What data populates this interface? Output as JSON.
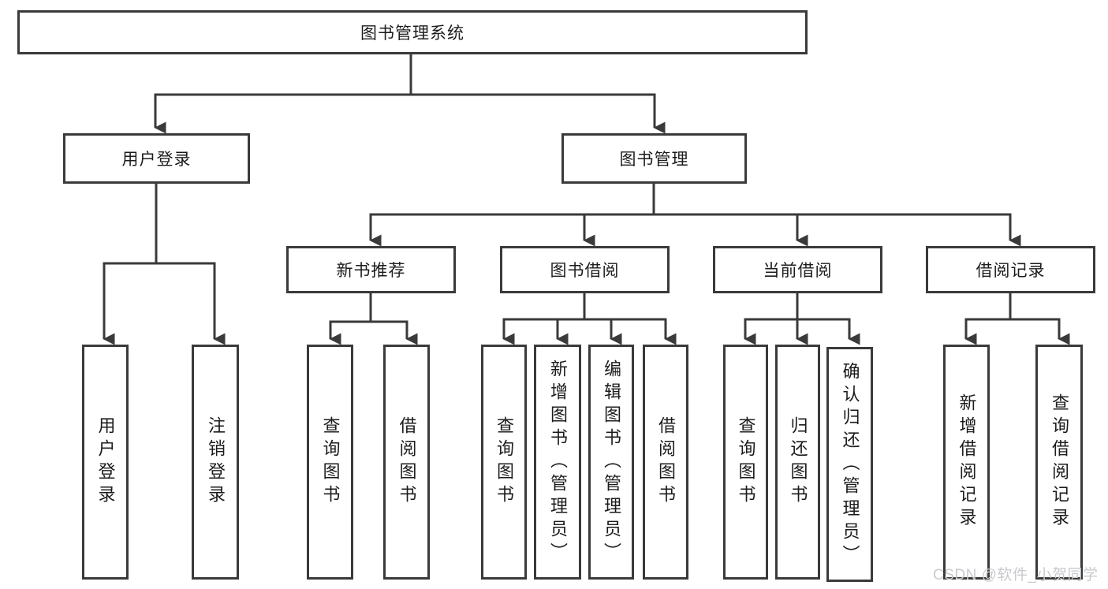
{
  "diagram": {
    "title_node": {
      "label": "图书管理系统"
    },
    "level2": [
      {
        "id": "user-login",
        "label": "用户登录"
      },
      {
        "id": "book-management",
        "label": "图书管理"
      }
    ],
    "level3": [
      {
        "id": "new-book-recommend",
        "label": "新书推荐"
      },
      {
        "id": "book-borrowing",
        "label": "图书借阅"
      },
      {
        "id": "current-borrowing",
        "label": "当前借阅"
      },
      {
        "id": "borrowing-records",
        "label": "借阅记录"
      }
    ],
    "leaves": [
      {
        "group": "user-login",
        "label": "用户登录"
      },
      {
        "group": "user-login",
        "label": "注销登录"
      },
      {
        "group": "new-book-recommend",
        "label": "查询图书"
      },
      {
        "group": "new-book-recommend",
        "label": "借阅图书"
      },
      {
        "group": "book-borrowing",
        "label": "查询图书"
      },
      {
        "group": "book-borrowing",
        "label": "新增图书（管理员）"
      },
      {
        "group": "book-borrowing",
        "label": "编辑图书（管理员）"
      },
      {
        "group": "book-borrowing",
        "label": "借阅图书"
      },
      {
        "group": "current-borrowing",
        "label": "查询图书"
      },
      {
        "group": "current-borrowing",
        "label": "归还图书"
      },
      {
        "group": "current-borrowing",
        "label": "确认归还（管理员）"
      },
      {
        "group": "borrowing-records",
        "label": "新增借阅记录"
      },
      {
        "group": "borrowing-records",
        "label": "查询借阅记录"
      }
    ],
    "watermark": "CSDN @软件_小贺同学",
    "colors": {
      "line": "#3a3a3a",
      "box_border": "#3a3a3a",
      "box_fill": "#ffffff",
      "text": "#1c1c1c",
      "watermark": "#c8cacd",
      "background": "#ffffff"
    }
  }
}
